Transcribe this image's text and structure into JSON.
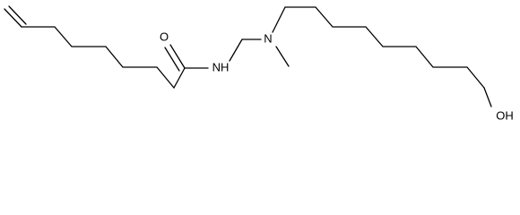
{
  "diagram": {
    "type": "chemical-structure",
    "labels": {
      "oxygen_carbonyl": "O",
      "amide_nitrogen": "NH",
      "amine_nitrogen": "N",
      "hydroxyl": "OH"
    },
    "colors": {
      "bond": "#000000",
      "text": "#000000",
      "background": "#ffffff"
    }
  }
}
